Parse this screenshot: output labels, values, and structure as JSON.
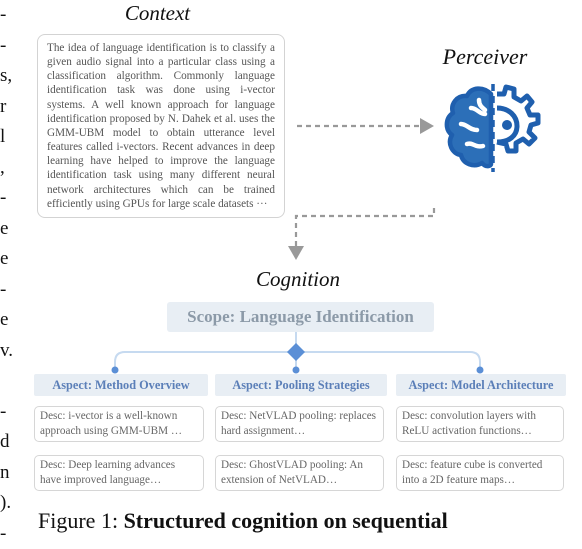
{
  "margin_fragments": [
    "-",
    "-",
    "s,",
    "r",
    "l",
    ",",
    "-",
    "e",
    "e",
    "-",
    "e",
    "v.",
    "",
    "-",
    "d",
    "n",
    ").",
    "-"
  ],
  "context": {
    "title": "Context",
    "text": "The idea of language identification is to classify a given audio signal into a particular class using a classification algorithm. Commonly language identification task was done using i-vector systems. A well known approach for language identification proposed by N. Dahek et al. uses the GMM-UBM model to obtain utterance level features called i-vectors. Recent advances in deep learning have helped to improve the language identification task using many different neural network architectures which can be trained efficiently using GPUs for large scale datasets ···"
  },
  "perceiver": {
    "title": "Perceiver",
    "icon": "brain-gear-icon"
  },
  "cognition": {
    "title": "Cognition",
    "scope": "Scope: Language Identification",
    "aspects": [
      {
        "label": "Aspect: Method Overview",
        "descs": [
          "Desc: i-vector is a well-known approach using GMM-UBM …",
          "Desc: Deep learning advances have improved language…"
        ]
      },
      {
        "label": "Aspect: Pooling Strategies",
        "descs": [
          "Desc: NetVLAD pooling: replaces hard assignment…",
          "Desc: GhostVLAD pooling: An extension of NetVLAD…"
        ]
      },
      {
        "label": "Aspect: Model Architecture",
        "descs": [
          "Desc: convolution layers with ReLU activation functions…",
          "Desc: feature cube is converted into a 2D feature maps…"
        ]
      }
    ]
  },
  "caption": {
    "prefix": "Figure 1:",
    "bold": "Structured cognition on sequential"
  },
  "colors": {
    "accent_blue": "#5b7fb8",
    "icon_blue": "#2c6fb8",
    "light_box": "#e8eef4",
    "arrow_gray": "#999999"
  }
}
